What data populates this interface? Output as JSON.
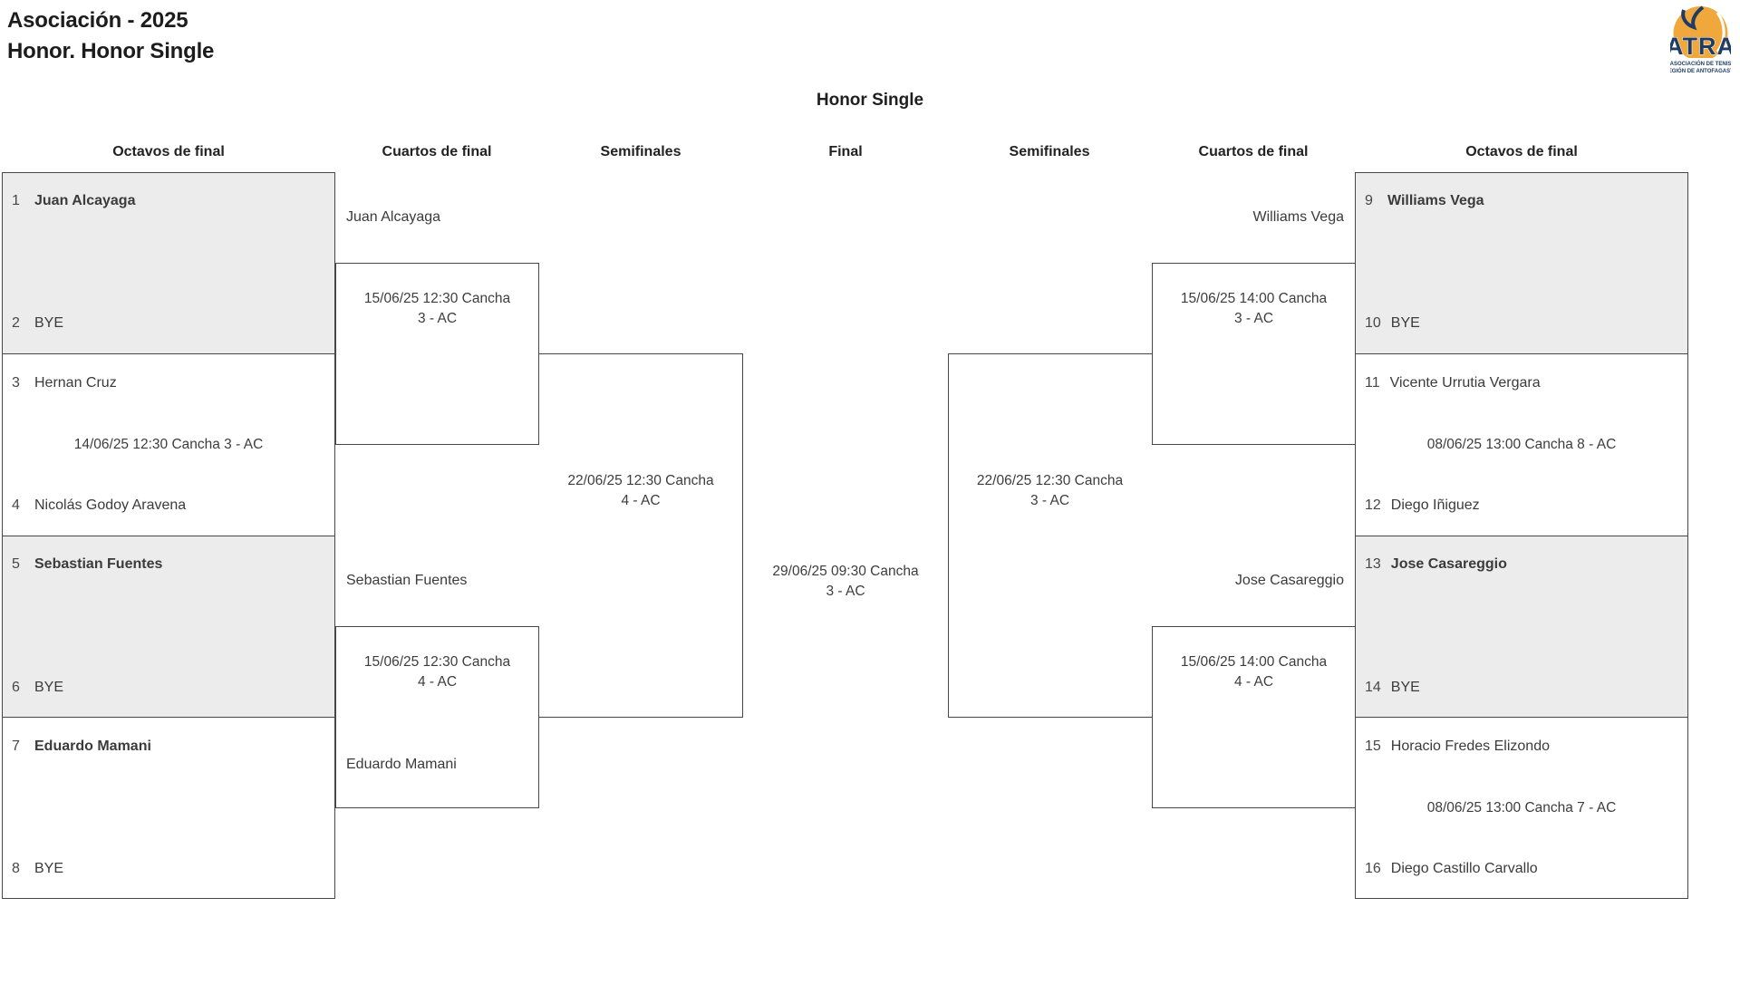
{
  "header": {
    "title_line1": "Asociación - 2025",
    "title_line2": "Honor. Honor Single",
    "bracket_title": "Honor Single"
  },
  "logo": {
    "name": "ATRA",
    "subtitle_line1": "ASOCIACIÓN DE TENIS",
    "subtitle_line2": "REGIÓN DE ANTOFAGASTA"
  },
  "rounds": [
    "Octavos de final",
    "Cuartos de final",
    "Semifinales",
    "Final",
    "Semifinales",
    "Cuartos de final",
    "Octavos de final"
  ],
  "octavos": {
    "left": [
      {
        "top": {
          "seed": "1",
          "name": "Juan Alcayaga",
          "bold": true
        },
        "bottom": {
          "seed": "2",
          "name": "BYE"
        }
      },
      {
        "top": {
          "seed": "3",
          "name": "Hernan Cruz"
        },
        "bottom": {
          "seed": "4",
          "name": "Nicolás Godoy Aravena"
        },
        "match": "14/06/25 12:30 Cancha 3 - AC"
      },
      {
        "top": {
          "seed": "5",
          "name": "Sebastian Fuentes",
          "bold": true
        },
        "bottom": {
          "seed": "6",
          "name": "BYE"
        }
      },
      {
        "top": {
          "seed": "7",
          "name": "Eduardo Mamani",
          "bold": true
        },
        "bottom": {
          "seed": "8",
          "name": "BYE"
        }
      }
    ],
    "right": [
      {
        "top": {
          "seed": "9",
          "name": "Williams Vega",
          "bold": true
        },
        "bottom": {
          "seed": "10",
          "name": "BYE"
        }
      },
      {
        "top": {
          "seed": "11",
          "name": "Vicente Urrutia Vergara"
        },
        "bottom": {
          "seed": "12",
          "name": "Diego Iñiguez"
        },
        "match": "08/06/25 13:00 Cancha 8 - AC"
      },
      {
        "top": {
          "seed": "13",
          "name": "Jose Casareggio",
          "bold": true
        },
        "bottom": {
          "seed": "14",
          "name": "BYE"
        }
      },
      {
        "top": {
          "seed": "15",
          "name": "Horacio Fredes Elizondo"
        },
        "bottom": {
          "seed": "16",
          "name": "Diego Castillo Carvallo"
        },
        "match": "08/06/25 13:00 Cancha 7 - AC"
      }
    ]
  },
  "cuartos": {
    "left": [
      {
        "participant_top": "Juan Alcayaga",
        "schedule_line1": "15/06/25 12:30 Cancha",
        "schedule_line2": "3 - AC"
      },
      {
        "participant_top": "Sebastian Fuentes",
        "participant_bottom": "Eduardo Mamani",
        "schedule_line1": "15/06/25 12:30 Cancha",
        "schedule_line2": "4 - AC"
      }
    ],
    "right": [
      {
        "participant_top": "Williams Vega",
        "schedule_line1": "15/06/25 14:00 Cancha",
        "schedule_line2": "3 - AC"
      },
      {
        "participant_top": "Jose Casareggio",
        "schedule_line1": "15/06/25 14:00 Cancha",
        "schedule_line2": "4 - AC"
      }
    ]
  },
  "semifinales": {
    "left": {
      "schedule_line1": "22/06/25 12:30 Cancha",
      "schedule_line2": "4 - AC"
    },
    "right": {
      "schedule_line1": "22/06/25 12:30 Cancha",
      "schedule_line2": "3 - AC"
    }
  },
  "final": {
    "schedule_line1": "29/06/25 09:30 Cancha",
    "schedule_line2": "3 - AC"
  },
  "colors": {
    "border": "#474747",
    "bye_panel_grey": "#ececec",
    "text": "#3d3d3d",
    "logo_navy": "#1e3c64",
    "logo_ball_orange": "#f0a83d"
  }
}
